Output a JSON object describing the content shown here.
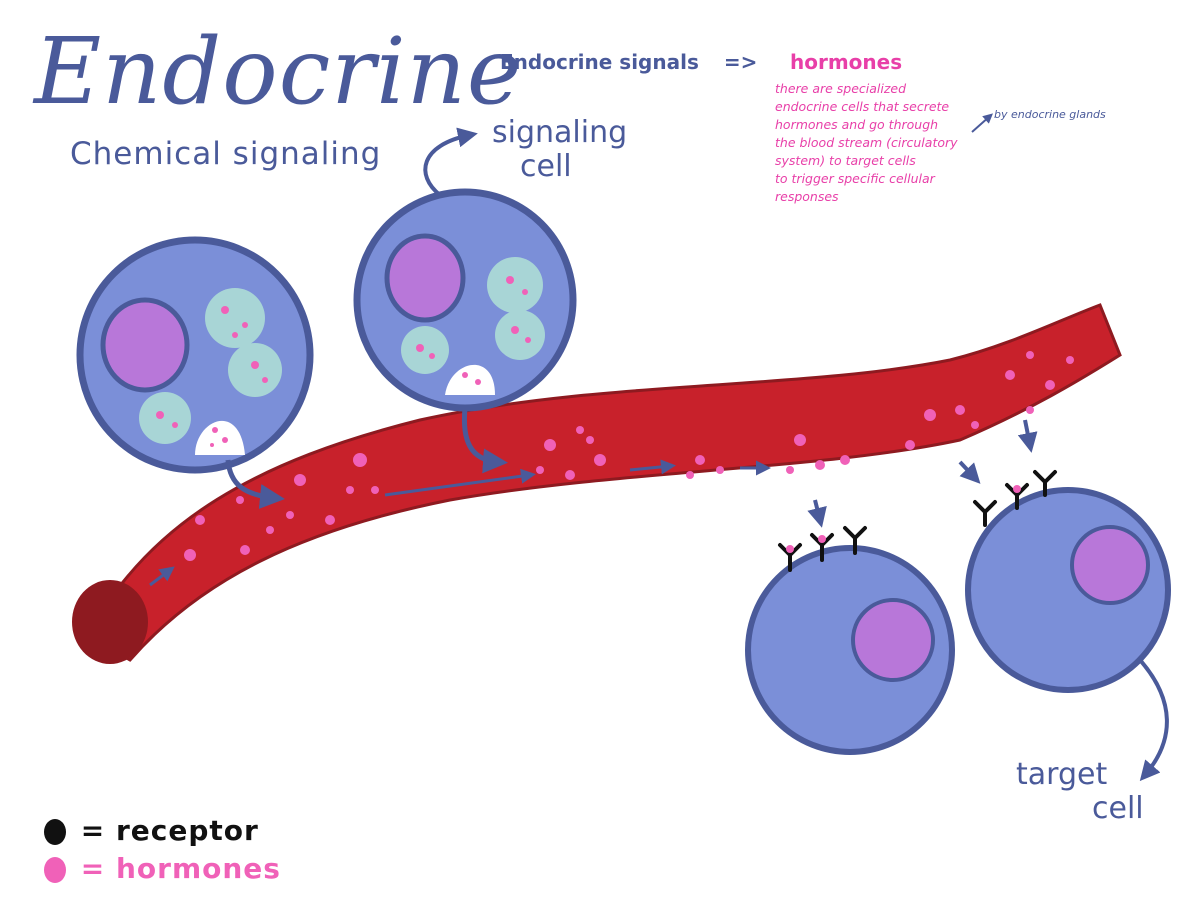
{
  "title": "Endocrine",
  "subtitle": "Chemical signaling",
  "header": {
    "signals_label": "Endocrine signals",
    "arrow_text": "=>",
    "hormones_label": "hormones"
  },
  "note": {
    "lines": [
      "there are specialized",
      "endocrine cells that secrete",
      "hormones and go through",
      "the blood stream (circulatory",
      "system) to target cells",
      "to trigger specific cellular",
      "responses"
    ],
    "side_note": "by endocrine glands"
  },
  "labels": {
    "signaling_cell": [
      "signaling",
      "cell"
    ],
    "target_cell": [
      "target",
      "cell"
    ]
  },
  "legend": {
    "receptor": "= receptor",
    "hormones": "= hormones"
  },
  "colors": {
    "title_blue": "#4a5a9a",
    "cell_fill": "#7b8fd8",
    "cell_border": "#4a5a9a",
    "nucleus": "#b877d9",
    "vesicle": "#a8d5d6",
    "hormone_pink": "#f061b8",
    "vessel_red": "#c8212b",
    "vessel_dark": "#8e1a20",
    "receptor_black": "#111111"
  }
}
